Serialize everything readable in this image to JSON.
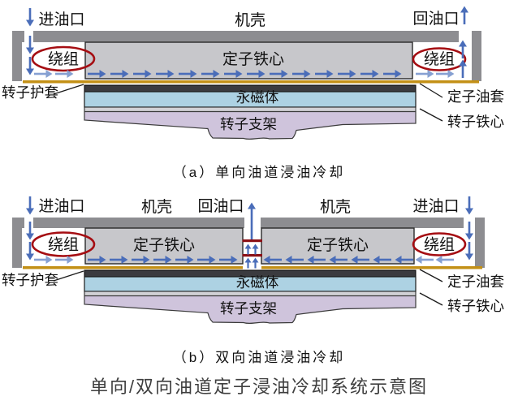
{
  "title": "单向/双向油道定子浸油冷却系统示意图",
  "diagram_a": {
    "caption": "（a）单向油道浸油冷却",
    "labels": {
      "oil_inlet": "进油口",
      "housing": "机壳",
      "oil_outlet": "回油口",
      "winding_left": "绕组",
      "winding_right": "绕组",
      "stator_core": "定子铁心",
      "rotor_sheath": "转子护套",
      "stator_oil_jacket": "定子油套",
      "permanent_magnet": "永磁体",
      "rotor_bracket": "转子支架",
      "rotor_core": "转子铁心"
    }
  },
  "diagram_b": {
    "caption": "（b）双向油道浸油冷却",
    "labels": {
      "oil_inlet_left": "进油口",
      "housing_left": "机壳",
      "oil_outlet": "回油口",
      "housing_right": "机壳",
      "oil_inlet_right": "进油口",
      "winding_left": "绕组",
      "winding_right": "绕组",
      "stator_core_left": "定子铁心",
      "stator_core_right": "定子铁心",
      "rotor_sheath": "转子护套",
      "stator_oil_jacket": "定子油套",
      "permanent_magnet": "永磁体",
      "rotor_bracket": "转子支架",
      "rotor_core": "转子铁心"
    }
  },
  "colors": {
    "housing_gray": "#8d8d91",
    "stator_gray": "#c7c7cb",
    "oil_jacket_gold": "#c39016",
    "flow_arrow_blue": "#4a6db9",
    "flow_arrow_light_blue": "#86a0d2",
    "winding_red": "#a50d12",
    "magnet_blue": "#add2e3",
    "rotor_sheath_dark": "#3b3b3f",
    "rotor_core_gray": "#d2d2d6",
    "rotor_bracket_purple": "#cfc4dc",
    "title_gray": "#3e3e3e"
  }
}
